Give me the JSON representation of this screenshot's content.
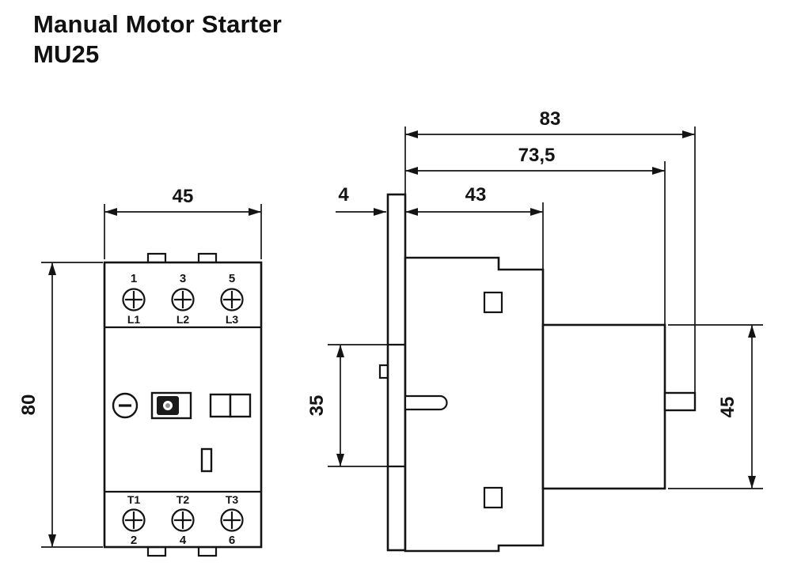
{
  "page": {
    "title": "Manual Motor Starter",
    "model": "MU25"
  },
  "colors": {
    "ink": "#141414",
    "background": "#ffffff"
  },
  "front_view": {
    "dim_width_mm": "45",
    "dim_height_mm": "80",
    "terminals_top": {
      "numbers": [
        "1",
        "3",
        "5"
      ],
      "labels": [
        "L1",
        "L2",
        "L3"
      ]
    },
    "terminals_bottom": {
      "labels": [
        "T1",
        "T2",
        "T3"
      ],
      "numbers": [
        "2",
        "4",
        "6"
      ]
    }
  },
  "side_view": {
    "dim_overall_depth_mm": "83",
    "dim_depth_to_front_mm": "73,5",
    "dim_back_plate_mm": "4",
    "dim_housing_depth_mm": "43",
    "dim_din_recess_mm": "35",
    "dim_front_height_mm": "45"
  }
}
